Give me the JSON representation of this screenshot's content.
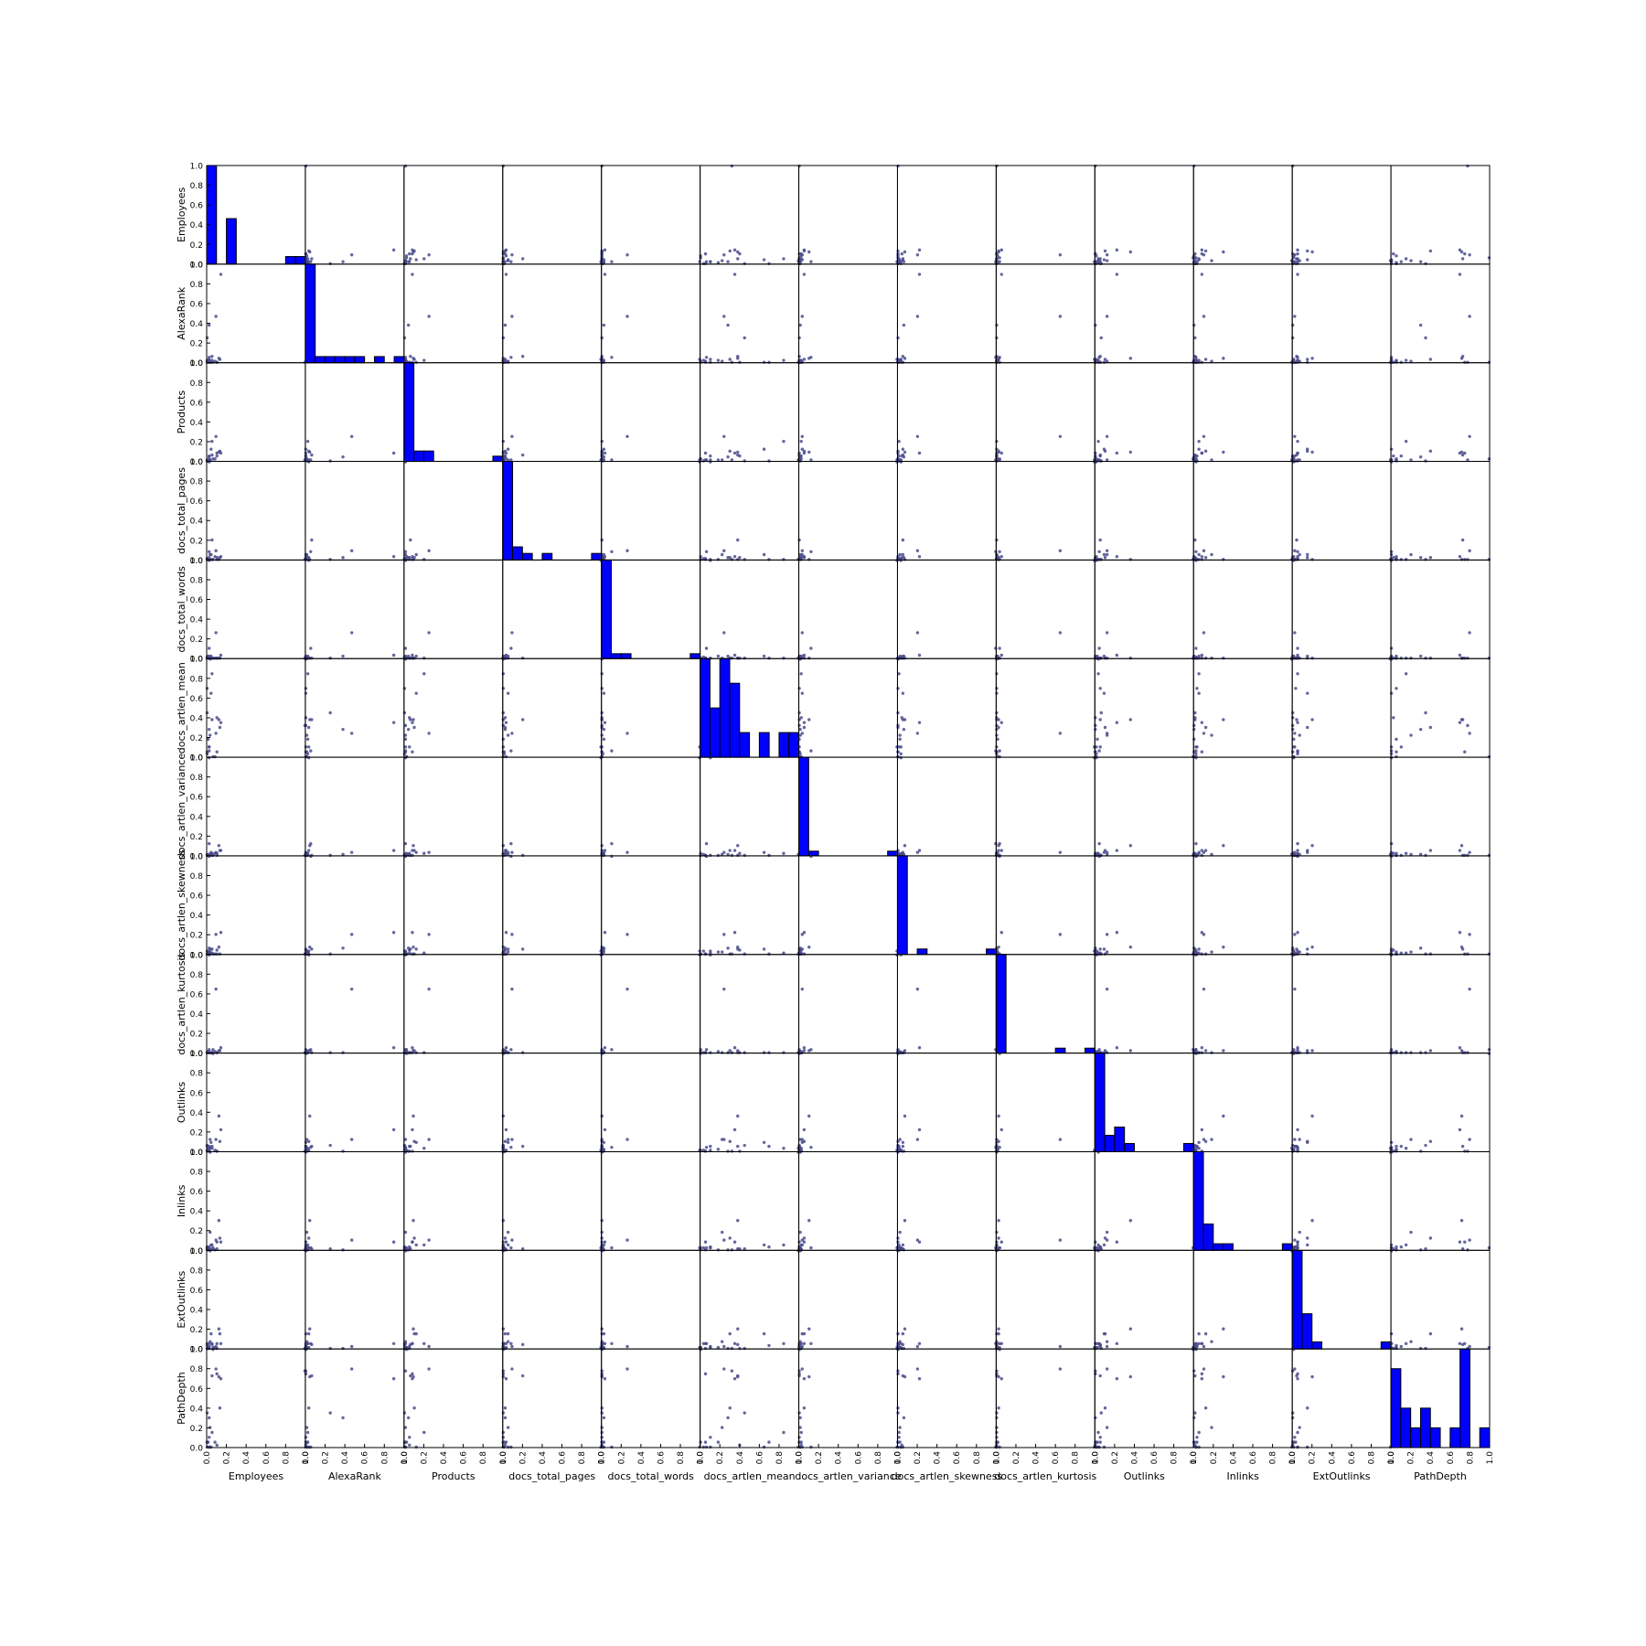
{
  "chart_data": {
    "type": "scatter_matrix",
    "variables": [
      "Employees",
      "AlexaRank",
      "Products",
      "docs_total_pages",
      "docs_total_words",
      "docs_artlen_mean",
      "docs_artlen_variance",
      "docs_artlen_skewness",
      "docs_artlen_kurtosis",
      "Outlinks",
      "Inlinks",
      "ExtOutlinks",
      "PathDepth"
    ],
    "tick_labels": [
      "0.0",
      "0.2",
      "0.4",
      "0.6",
      "0.8",
      "1.0"
    ],
    "axis_range": [
      0,
      1
    ],
    "colors": {
      "hist": "#0000ff",
      "points": "#4b4b8c",
      "axes": "#000000"
    },
    "data": [
      [
        0.02,
        0.05,
        0.01,
        0.08,
        0.1,
        0.06,
        0.12,
        1.0,
        0.03,
        0.04,
        0.02,
        0.05,
        0.0
      ],
      [
        0.1,
        0.0,
        0.05,
        0.02,
        0.0,
        0.4,
        0.02,
        0.04,
        0.0,
        0.0,
        0.01,
        0.0,
        0.02
      ],
      [
        0.01,
        0.02,
        0.01,
        0.0,
        0.02,
        0.18,
        0.0,
        0.02,
        0.01,
        0.02,
        0.0,
        0.01,
        0.05
      ],
      [
        0.13,
        0.03,
        0.1,
        0.02,
        0.0,
        0.3,
        0.05,
        0.0,
        0.02,
        0.1,
        0.12,
        0.15,
        0.4
      ],
      [
        0.0,
        0.01,
        0.01,
        0.01,
        0.0,
        0.05,
        0.0,
        0.0,
        0.0,
        0.0,
        0.0,
        0.0,
        0.05
      ],
      [
        0.14,
        0.9,
        0.08,
        0.03,
        0.03,
        0.35,
        0.05,
        0.22,
        0.05,
        0.22,
        0.08,
        0.05,
        0.7
      ],
      [
        0.02,
        0.0,
        0.05,
        0.0,
        0.0,
        0.1,
        0.0,
        0.01,
        0.0,
        0.05,
        0.03,
        0.02,
        0.1
      ],
      [
        0.05,
        0.02,
        0.2,
        0.0,
        0.0,
        0.85,
        0.02,
        0.01,
        0.0,
        0.03,
        0.05,
        0.05,
        0.15
      ],
      [
        0.08,
        0.01,
        0.02,
        0.03,
        0.0,
        0.0,
        0.02,
        0.0,
        0.01,
        0.01,
        0.0,
        0.01,
        0.05
      ],
      [
        0.12,
        0.04,
        0.09,
        0.0,
        0.0,
        0.38,
        0.1,
        0.07,
        0.02,
        0.36,
        0.3,
        0.2,
        0.72
      ],
      [
        0.02,
        0.38,
        0.04,
        0.02,
        0.02,
        0.28,
        0.01,
        0.06,
        0.0,
        0.0,
        0.0,
        0.0,
        0.3
      ],
      [
        0.03,
        0.01,
        0.01,
        0.05,
        0.0,
        0.22,
        0.01,
        0.02,
        0.0,
        0.12,
        0.18,
        0.07,
        0.2
      ],
      [
        1.0,
        0.0,
        0.01,
        0.0,
        0.0,
        0.32,
        0.0,
        0.0,
        0.0,
        0.0,
        0.0,
        0.0,
        0.78
      ],
      [
        0.0,
        0.02,
        0.0,
        0.01,
        0.01,
        0.03,
        0.01,
        0.03,
        0.0,
        0.01,
        0.02,
        0.05,
        0.0
      ],
      [
        0.05,
        0.06,
        0.06,
        0.2,
        0.0,
        0.38,
        0.0,
        0.05,
        0.0,
        0.05,
        0.01,
        0.04,
        0.73
      ],
      [
        0.0,
        0.25,
        0.0,
        0.0,
        0.0,
        0.45,
        0.0,
        0.0,
        0.0,
        0.06,
        0.01,
        0.0,
        0.35
      ],
      [
        0.1,
        0.0,
        0.08,
        0.0,
        0.0,
        0.05,
        0.0,
        0.0,
        0.0,
        0.0,
        0.08,
        0.05,
        0.75
      ],
      [
        0.0,
        0.0,
        0.0,
        0.0,
        0.0,
        0.7,
        0.0,
        0.0,
        0.0,
        0.05,
        0.03,
        0.03,
        0.05
      ],
      [
        0.04,
        0.0,
        0.12,
        0.05,
        0.02,
        0.65,
        0.03,
        0.05,
        0.0,
        0.09,
        0.05,
        0.15,
        0.0
      ],
      [
        0.09,
        0.47,
        0.25,
        0.09,
        0.26,
        0.24,
        0.03,
        0.2,
        0.65,
        0.12,
        0.1,
        0.02,
        0.8
      ],
      [
        0.02,
        0.03,
        0.01,
        1.0,
        1.0,
        0.1,
        1.0,
        0.03,
        1.0,
        0.01,
        0.02,
        0.01,
        0.0
      ],
      [
        0.03,
        0.0,
        0.01,
        0.0,
        0.0,
        1.0,
        0.01,
        0.0,
        0.0,
        0.03,
        1.0,
        1.0,
        0.0
      ],
      [
        0.06,
        0.0,
        0.02,
        0.0,
        0.0,
        0.0,
        0.0,
        0.0,
        0.03,
        1.0,
        0.02,
        0.01,
        1.0
      ]
    ],
    "histograms": [
      {
        "var": "Employees",
        "counts": [
          13,
          0,
          6,
          0,
          0,
          0,
          0,
          0,
          1,
          1
        ]
      },
      {
        "var": "AlexaRank",
        "counts": [
          16,
          1,
          1,
          1,
          1,
          1,
          0,
          1,
          0,
          1
        ]
      },
      {
        "var": "Products",
        "counts": [
          19,
          2,
          2,
          0,
          0,
          0,
          0,
          0,
          0,
          1
        ]
      },
      {
        "var": "docs_total_pages",
        "counts": [
          15,
          2,
          1,
          0,
          1,
          0,
          0,
          0,
          0,
          1
        ]
      },
      {
        "var": "docs_total_words",
        "counts": [
          20,
          1,
          1,
          0,
          0,
          0,
          0,
          0,
          0,
          1
        ]
      },
      {
        "var": "docs_artlen_mean",
        "counts": [
          4,
          2,
          4,
          3,
          1,
          0,
          1,
          0,
          1,
          1
        ]
      },
      {
        "var": "docs_artlen_variance",
        "counts": [
          21,
          1,
          0,
          0,
          0,
          0,
          0,
          0,
          0,
          1
        ]
      },
      {
        "var": "docs_artlen_skewness",
        "counts": [
          18,
          0,
          1,
          0,
          0,
          0,
          0,
          0,
          0,
          1
        ]
      },
      {
        "var": "docs_artlen_kurtosis",
        "counts": [
          20,
          0,
          0,
          0,
          0,
          0,
          1,
          0,
          0,
          1
        ]
      },
      {
        "var": "Outlinks",
        "counts": [
          12,
          2,
          3,
          1,
          0,
          0,
          0,
          0,
          0,
          1
        ]
      },
      {
        "var": "Inlinks",
        "counts": [
          15,
          4,
          1,
          1,
          0,
          0,
          0,
          0,
          0,
          1
        ]
      },
      {
        "var": "ExtOutlinks",
        "counts": [
          14,
          5,
          1,
          0,
          0,
          0,
          0,
          0,
          0,
          1
        ]
      },
      {
        "var": "PathDepth",
        "counts": [
          8,
          4,
          2,
          4,
          2,
          0,
          2,
          10,
          0,
          2
        ]
      }
    ]
  }
}
